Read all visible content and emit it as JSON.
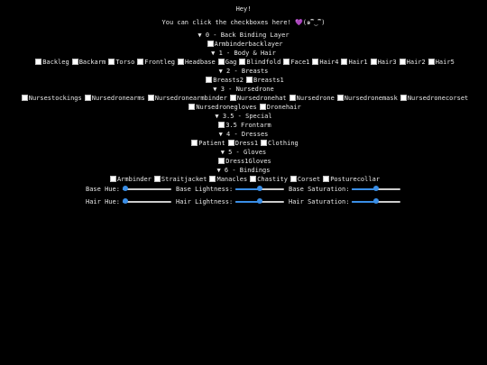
{
  "greeting": "Hey!",
  "subtitle": "You can click the checkboxes here! 💜(๑‾ิ‿‾ิ)",
  "sections": [
    {
      "title": "▼ 0 - Back Binding Layer",
      "items": [
        [
          "Armbinderbacklayer"
        ]
      ]
    },
    {
      "title": "▼ 1 - Body & Hair",
      "items": [
        [
          "Backleg",
          "Backarm",
          "Torso",
          "Frontleg",
          "Headbase",
          "Gag",
          "Blindfold",
          "Face1",
          "Hair4",
          "Hair1",
          "Hair3",
          "Hair2",
          "Hair5"
        ]
      ]
    },
    {
      "title": "▼ 2 - Breasts",
      "items": [
        [
          "Breasts2",
          "Breasts1"
        ]
      ]
    },
    {
      "title": "▼ 3 - Nursedrone",
      "items": [
        [
          "Nursestockings",
          "Nursedronearms",
          "Nursedronearmbinder",
          "Nursedronehat",
          "Nursedrone",
          "Nursedronemask",
          "Nursedronecorset"
        ],
        [
          "Nursedronegloves",
          "Dronehair"
        ]
      ]
    },
    {
      "title": "▼ 3.5 - Special",
      "items": [
        [
          "3.5 Frontarm"
        ]
      ]
    },
    {
      "title": "▼ 4 - Dresses",
      "items": [
        [
          "Patient",
          "Dress1",
          "Clothing"
        ]
      ]
    },
    {
      "title": "▼ 5 - Gloves",
      "items": [
        [
          "Dress1Gloves"
        ]
      ]
    },
    {
      "title": "▼ 6 - Bindings",
      "items": [
        [
          "Armbinder",
          "Straitjacket",
          "Manacles",
          "Chastity",
          "Corset",
          "Posturecollar"
        ]
      ]
    }
  ],
  "sliders": {
    "base_hue": {
      "label": "Base Hue:",
      "value": 0.02
    },
    "base_lightness": {
      "label": "Base Lightness:",
      "value": 0.5
    },
    "base_saturation": {
      "label": "Base Saturation:",
      "value": 0.5
    },
    "hair_hue": {
      "label": "Hair Hue:",
      "value": 0.02
    },
    "hair_lightness": {
      "label": "Hair Lightness:",
      "value": 0.5
    },
    "hair_saturation": {
      "label": "Hair Saturation:",
      "value": 0.5
    }
  },
  "colors": {
    "background": "#000000",
    "text": "#e8e8e8",
    "accent": "#3a8ee6"
  }
}
